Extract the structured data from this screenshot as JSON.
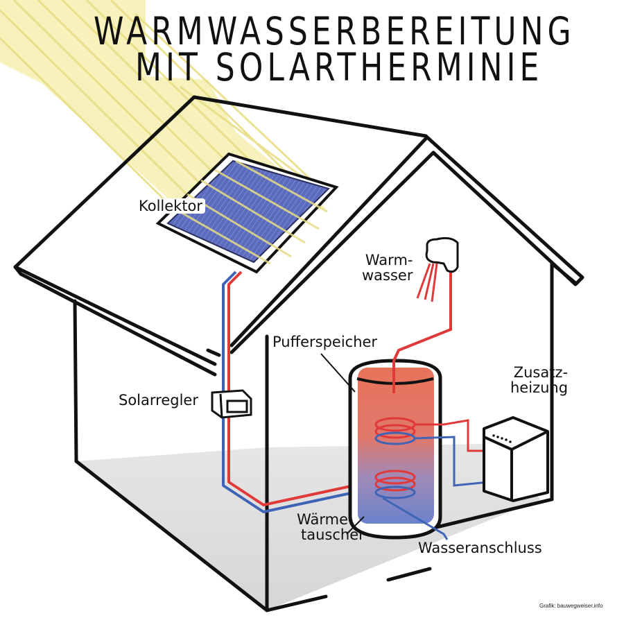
{
  "title": {
    "line1": "WARMWASSERBEREITUNG",
    "line2": "MIT SOLARTHERMINIE"
  },
  "labels": {
    "kollektor": "Kollektor",
    "warmwasser_1": "Warm-",
    "warmwasser_2": "wasser",
    "pufferspeicher": "Pufferspeicher",
    "solarregler": "Solarregler",
    "zusatzheizung_1": "Zusatz-",
    "zusatzheizung_2": "heizung",
    "waermetauscher_1": "Wärme-",
    "waermetauscher_2": "tauscher",
    "wasseranschluss": "Wasseranschluss"
  },
  "credit": "Grafik: bauwegweiser.info",
  "colors": {
    "outline": "#111111",
    "hot_pipe": "#e0393a",
    "cold_pipe": "#3f64b6",
    "tank_hot": "#e8735a",
    "tank_cold": "#7486cc",
    "sun_rays": "#f5eea6",
    "panel": "#5a68b8",
    "floor": "#dedede"
  }
}
